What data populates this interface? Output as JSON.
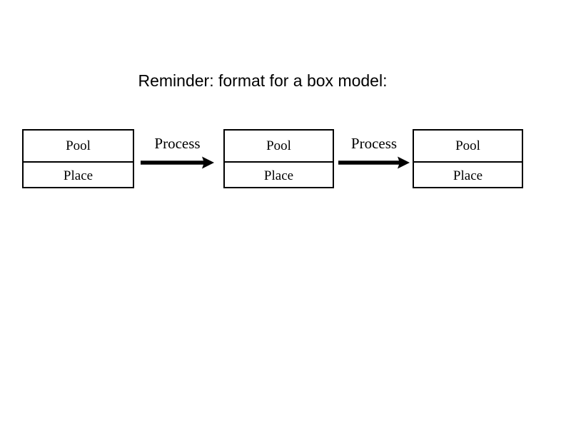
{
  "slide": {
    "title": "Reminder: format for a box model:",
    "background_color": "#ffffff",
    "ink_color": "#000000"
  },
  "diagram": {
    "type": "box-model-chain",
    "boxes": [
      {
        "id": "box-1",
        "pool_label": "Pool",
        "place_label": "Place"
      },
      {
        "id": "box-2",
        "pool_label": "Pool",
        "place_label": "Place"
      },
      {
        "id": "box-3",
        "pool_label": "Pool",
        "place_label": "Place"
      }
    ],
    "connectors": [
      {
        "id": "process-1",
        "label": "Process",
        "icon": "right-arrow-icon",
        "direction": "right"
      },
      {
        "id": "process-2",
        "label": "Process",
        "icon": "right-arrow-icon",
        "direction": "right"
      }
    ]
  }
}
